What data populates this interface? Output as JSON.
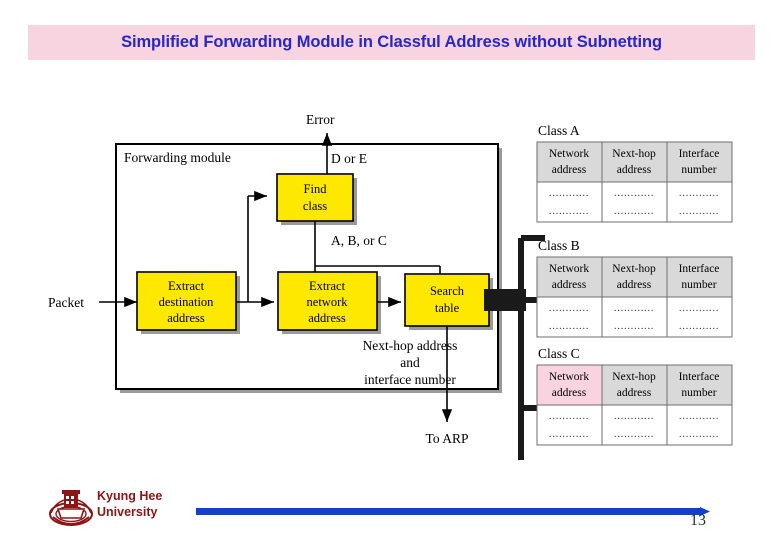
{
  "slide": {
    "title": "Simplified Forwarding Module in Classful Address without Subnetting",
    "title_bg_color": "#f7d4e0",
    "title_color": "#2626cc",
    "page_number": "13"
  },
  "diagram": {
    "module_label": "Forwarding module",
    "external_labels": {
      "error": "Error",
      "packet": "Packet",
      "to_arp": "To ARP"
    },
    "edge_labels": {
      "d_or_e": "D or E",
      "a_b_or_c": "A, B, or C",
      "result_line1": "Next-hop address",
      "result_line2": "and",
      "result_line3": "interface number"
    },
    "boxes": [
      {
        "id": "extract-destination-address",
        "lines": [
          "Extract",
          "destination",
          "address"
        ],
        "fill": "#ffe800"
      },
      {
        "id": "find-class",
        "lines": [
          "Find",
          "class"
        ],
        "fill": "#ffe800"
      },
      {
        "id": "extract-network-address",
        "lines": [
          "Extract",
          "network",
          "address"
        ],
        "fill": "#ffe800"
      },
      {
        "id": "search-table",
        "lines": [
          "Search",
          "table"
        ],
        "fill": "#ffe800"
      }
    ]
  },
  "tables": [
    {
      "id": "class-a",
      "caption": "Class A",
      "headers": [
        [
          "Network",
          "address"
        ],
        [
          "Next-hop",
          "address"
        ],
        [
          "Interface",
          "number"
        ]
      ],
      "header_fills": [
        "#d9d9d9",
        "#d9d9d9",
        "#d9d9d9"
      ],
      "rows": [
        [
          "............",
          "............",
          "............"
        ],
        [
          "............",
          "............",
          "............"
        ]
      ]
    },
    {
      "id": "class-b",
      "caption": "Class B",
      "headers": [
        [
          "Network",
          "address"
        ],
        [
          "Next-hop",
          "address"
        ],
        [
          "Interface",
          "number"
        ]
      ],
      "header_fills": [
        "#d9d9d9",
        "#d9d9d9",
        "#d9d9d9"
      ],
      "rows": [
        [
          "............",
          "............",
          "............"
        ],
        [
          "............",
          "............",
          "............"
        ]
      ]
    },
    {
      "id": "class-c",
      "caption": "Class C",
      "headers": [
        [
          "Network",
          "address"
        ],
        [
          "Next-hop",
          "address"
        ],
        [
          "Interface",
          "number"
        ]
      ],
      "header_fills": [
        "#f9d3e0",
        "#d9d9d9",
        "#d9d9d9"
      ],
      "rows": [
        [
          "............",
          "............",
          "............"
        ],
        [
          "............",
          "............",
          "............"
        ]
      ]
    }
  ],
  "footer": {
    "university_line1": "Kyung Hee",
    "university_line2": "University",
    "bar_color": "#1340c8",
    "logo_color": "#8c1515"
  }
}
